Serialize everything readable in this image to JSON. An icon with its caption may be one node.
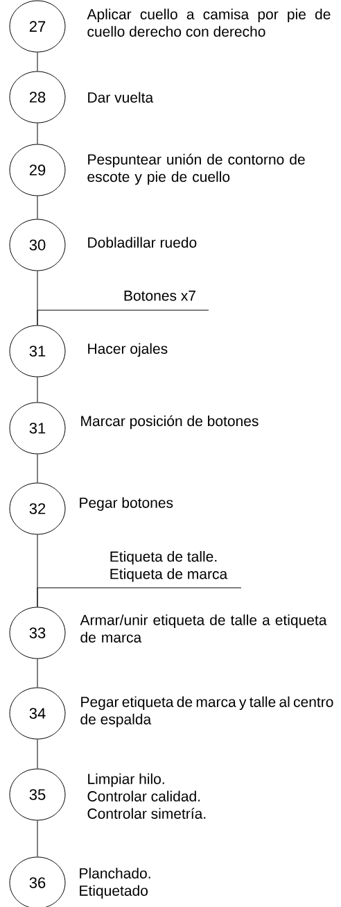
{
  "diagram": {
    "nodes": [
      {
        "text": [
          "27"
        ],
        "beside": [
          "Aplicar cuello a camisa por pie de cuello derecho con derecho"
        ]
      },
      {
        "text": [
          "28"
        ],
        "beside": [
          "Dar vuelta"
        ]
      },
      {
        "text": [
          "29"
        ],
        "beside": [
          "Pespuntear unión de contorno de escote y pie de cuello"
        ]
      },
      {
        "text": [
          "30"
        ],
        "beside": [
          "Dobladillar ruedo"
        ]
      },
      {
        "text": [
          "Botones x7"
        ]
      },
      {
        "text": [
          "31"
        ],
        "beside": [
          "Hacer ojales"
        ]
      },
      {
        "text": [
          "31"
        ],
        "beside": [
          "Marcar posición de botones"
        ]
      },
      {
        "text": [
          "32"
        ],
        "beside": [
          "Pegar botones"
        ]
      },
      {
        "text": [
          "Etiqueta de talle.",
          "Etiqueta de marca"
        ]
      },
      {
        "text": [
          "33"
        ],
        "beside": [
          "Armar/unir etiqueta de talle a etiqueta de marca"
        ]
      },
      {
        "text": [
          "34"
        ],
        "beside": [
          "Pegar etiqueta de marca y talle al centro de espalda"
        ]
      },
      {
        "text": [
          "35"
        ],
        "beside": [
          "Limpiar hilo.",
          "Controlar calidad.",
          "Controlar simetría."
        ]
      },
      {
        "text": [
          "36"
        ],
        "beside": [
          "Planchado.",
          "Etiquetado"
        ]
      }
    ],
    "edges": [
      {
        "from": 0,
        "to": 1,
        "arrow": "none"
      },
      {
        "from": 1,
        "to": 2,
        "arrow": "none"
      },
      {
        "from": 2,
        "to": 3,
        "arrow": "none"
      },
      {
        "from": 3,
        "to": 5,
        "arrow": "none"
      },
      {
        "from": 4,
        "to": 5,
        "arrow": "none"
      },
      {
        "from": 5,
        "to": 6,
        "arrow": "none"
      },
      {
        "from": 6,
        "to": 7,
        "arrow": "none"
      },
      {
        "from": 7,
        "to": 9,
        "arrow": "none"
      },
      {
        "from": 8,
        "to": 9,
        "arrow": "none"
      },
      {
        "from": 9,
        "to": 10,
        "arrow": "none"
      },
      {
        "from": 10,
        "to": 11,
        "arrow": "none"
      },
      {
        "from": 11,
        "to": 12,
        "arrow": "none"
      }
    ]
  }
}
